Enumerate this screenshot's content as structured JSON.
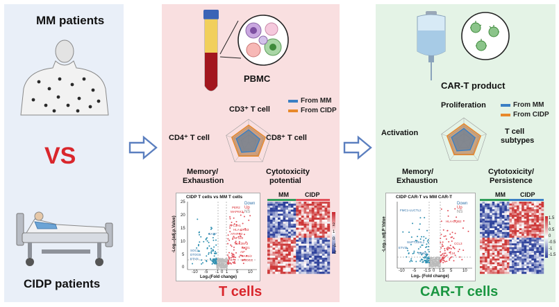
{
  "left_panel": {
    "title": "MM patients",
    "vs": "VS",
    "bottom_label": "CIDP patients"
  },
  "middle_panel": {
    "pbmc_label": "PBMC",
    "legend": [
      {
        "label": "From MM",
        "color": "#3a7fc4"
      },
      {
        "label": "From CIDP",
        "color": "#e8892b"
      }
    ],
    "radar_axes": {
      "top": "CD3⁺ T cell",
      "right": "CD8⁺ T cell",
      "bottom_right_1": "Cytotoxicity",
      "bottom_right_2": "potential",
      "bottom_left_1": "Memory/",
      "bottom_left_2": "Exhaustion",
      "left": "CD4⁺ T cell"
    },
    "volcano": {
      "title": "CIDP T cells vs MM T cells",
      "ylabel": "-Log₁₀(adj.p.Value)",
      "xlabel": "Log₂(Fold change)",
      "yticks": [
        "25",
        "20",
        "15",
        "10",
        "5",
        "0"
      ],
      "xticks": [
        "-10",
        "-5",
        "-1",
        "0",
        "1",
        "5",
        "10"
      ],
      "legend": [
        "Down",
        "Up",
        "NS"
      ],
      "gene_labels_up": [
        "PER2",
        "MAPKK2",
        "ZFC3H1",
        "HLA-DRB3",
        "ATHFG2",
        "ZNF120",
        "SLC38A3",
        "EXD1",
        "AIF",
        "FAS1/2",
        "PROCC"
      ],
      "gene_labels_down": [
        "GAS7",
        "SOC1",
        "DTOG5",
        "ETVS"
      ]
    },
    "heatmap": {
      "col_labels": [
        "MM",
        "CIDP"
      ],
      "scale": [
        "2",
        "1",
        "0",
        "-1",
        "-2"
      ]
    },
    "footer": "T cells"
  },
  "right_panel": {
    "top_label": "CAR-T product",
    "legend": [
      {
        "label": "From MM",
        "color": "#3a7fc4"
      },
      {
        "label": "From CIDP",
        "color": "#e8892b"
      }
    ],
    "radar_axes": {
      "top": "Proliferation",
      "right_1": "T cell",
      "right_2": "subtypes",
      "bottom_right_1": "Cytotoxicity/",
      "bottom_right_2": "Persistence",
      "bottom_left_1": "Memory/",
      "bottom_left_2": "Exhaustion",
      "left": "Activation"
    },
    "volcano": {
      "title": "CIDP CAR-T vs MM CAR-T",
      "ylabel": "-Log₁₀ adj.P Value",
      "xlabel": "Log₂ (Fold change)",
      "xticks": [
        "-10",
        "-5",
        "-1.5",
        "0",
        "1.5",
        "5",
        "10"
      ],
      "legend": [
        "Down",
        "Up",
        "NS"
      ],
      "gene_labels": [
        "FMC1-LUCTL2",
        "SUPT20HL1",
        "ETV3L",
        "CD8AL",
        "HLA-DQB2",
        "CCL3",
        "L24"
      ]
    },
    "heatmap": {
      "col_labels": [
        "MM",
        "CIDP"
      ],
      "scale": [
        "1.5",
        "1",
        "0.5",
        "0",
        "-0.5",
        "-1",
        "-1.5"
      ]
    },
    "footer": "CAR-T cells"
  },
  "colors": {
    "red_title": "#d9262c",
    "green_title": "#1a9641",
    "arrow": "#5b7fbf",
    "radar_inner": "#8a6e56",
    "blue": "#3a7fc4",
    "orange": "#e8892b"
  },
  "radar_values": {
    "axes_count": 5,
    "mm": [
      0.55,
      0.5,
      0.45,
      0.5,
      0.55
    ],
    "cidp": [
      0.75,
      0.75,
      0.7,
      0.7,
      0.75
    ]
  }
}
